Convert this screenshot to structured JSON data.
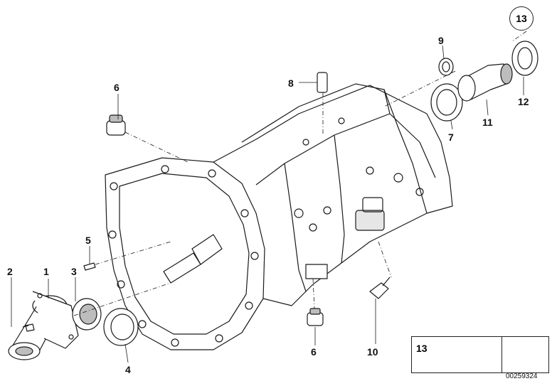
{
  "diagram": {
    "callouts": [
      {
        "id": "c1",
        "text": "1"
      },
      {
        "id": "c2",
        "text": "2"
      },
      {
        "id": "c3",
        "text": "3"
      },
      {
        "id": "c4",
        "text": "4"
      },
      {
        "id": "c5",
        "text": "5"
      },
      {
        "id": "c6a",
        "text": "6"
      },
      {
        "id": "c6b",
        "text": "6"
      },
      {
        "id": "c7",
        "text": "7"
      },
      {
        "id": "c8",
        "text": "8"
      },
      {
        "id": "c9",
        "text": "9"
      },
      {
        "id": "c10",
        "text": "10"
      },
      {
        "id": "c11",
        "text": "11"
      },
      {
        "id": "c12",
        "text": "12"
      }
    ],
    "circled_callout": "13",
    "inset": {
      "label": "13"
    },
    "document_number": "00259324"
  },
  "colors": {
    "line": "#1a1a1a",
    "fill": "#ffffff",
    "shade": "#bdbdbd",
    "dark": "#555555"
  }
}
